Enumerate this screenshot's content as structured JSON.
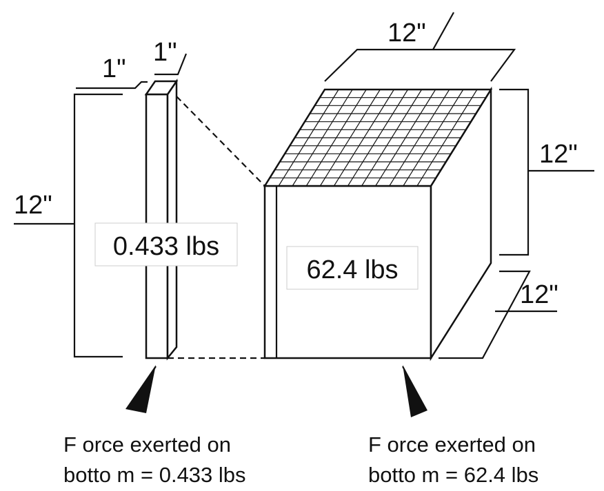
{
  "column": {
    "width_label": "1\"",
    "depth_label": "1\"",
    "height_label": "12\"",
    "weight_label": "0.433 lbs"
  },
  "cube": {
    "width_label": "12\"",
    "height_label": "12\"",
    "depth_label": "12\"",
    "weight_label": "62.4 lbs"
  },
  "captions": {
    "left_line1": "F orce exerted on",
    "left_line2": "botto m = 0.433 lbs",
    "right_line1": "F orce exerted on",
    "right_line2": "botto m = 62.4 lbs"
  },
  "colors": {
    "stroke": "#111111",
    "background": "#ffffff"
  }
}
